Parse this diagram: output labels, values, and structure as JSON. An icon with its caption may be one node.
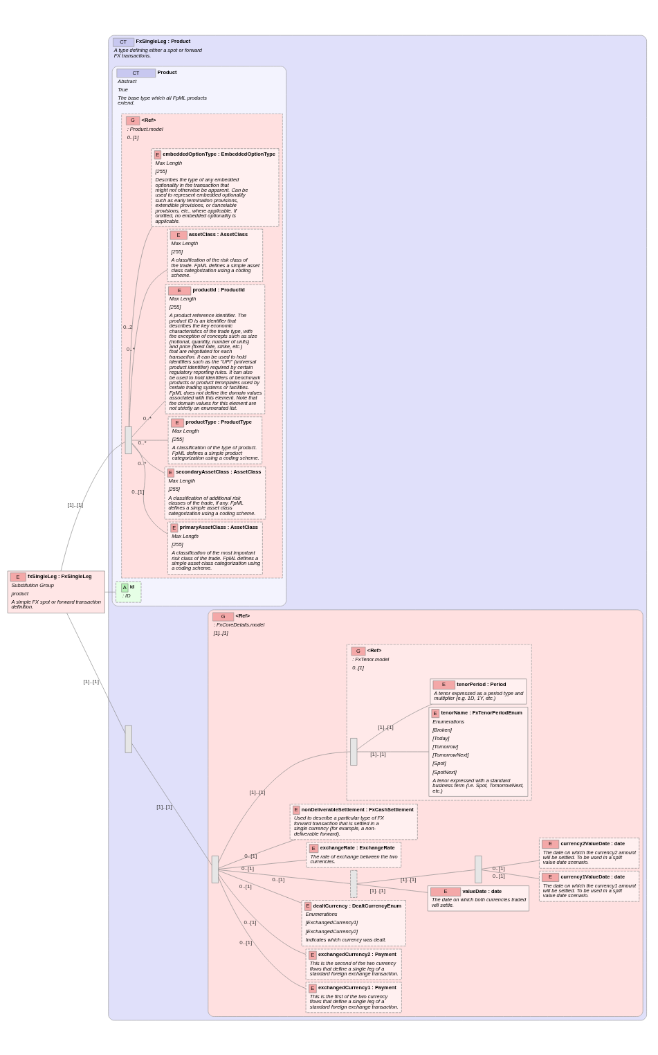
{
  "diagram": {
    "nodes": [
      {
        "text": [
          "E",
          "fxSingleLeg : FxSingleLeg",
          "Substitution Group",
          "product",
          "A simple FX spot or forward transaction definition."
        ]
      },
      {
        "text": [
          "CT",
          "FxSingleLeg : Product",
          "A type defining either a spot or forward FX transactions."
        ]
      },
      {
        "text": [
          "CT",
          "Product",
          "Abstract",
          "True",
          "The base type which all FpML products extend."
        ],
        "in": 1
      },
      {
        "text": [
          "A",
          "id",
          ": ID"
        ],
        "in": 2
      },
      {
        "text": [
          "G",
          "<Ref>",
          ": Product.model"
        ],
        "beside": [
          "0..[1]"
        ],
        "in": 2
      },
      {
        "text": [],
        "shape": "box",
        "in": 4
      },
      {
        "text": [
          "E",
          "primaryAssetClass : AssetClass",
          "Max Length",
          "[255]",
          "A classification of the most important risk class of the trade. FpML defines a simple asset class categorization using a coding scheme."
        ],
        "in": 4
      },
      {
        "text": [
          "E",
          "secondaryAssetClass : AssetClass",
          "Max Length",
          "[255]",
          "A classification of additional risk classes of the trade, if any. FpML defines a simple asset class categorization using a coding scheme."
        ],
        "in": 4
      },
      {
        "text": [
          "E",
          "productType : ProductType",
          "Max Length",
          "[255]",
          "A classification of the type of product. FpML defines a simple product categorization using a coding scheme."
        ],
        "in": 4
      },
      {
        "text": [
          "E",
          "productId : ProductId",
          "Max Length",
          "[255]",
          "A product reference identifier. The product ID is an identifier that describes the key economic characteristics of the trade type, with the exception of concepts such as size (notional, quantity, number of units) and price (fixed rate, strike, etc.) that are negotiated for each transaction. It can be used to hold identifiers such as the \"UPI\" (universal product identifier) required by certain regulatory reporting rules. It can also be used to hold identifiers of benchmark products or product temnplates used by certain trading systems or facilities. FpML does not define the domain values associated with this element. Note that the domain values for this element are not strictly an enumerated list."
        ],
        "in": 4
      },
      {
        "text": [
          "E",
          "assetClass : AssetClass",
          "Max Length",
          "[255]",
          "A classification of the risk class of the trade. FpML defines a simple asset class categorization using a coding scheme."
        ],
        "in": 4
      },
      {
        "text": [
          "E",
          "embeddedOptionType : EmbeddedOptionType",
          "Max Length",
          "[255]",
          "Describes the type of any embedded optionality in the transaction that might not otherwise be apparent. Can be used to represent embedded optionality such as early termination provisions, extendible provisions, or cancelable provisions, etc., where applicable. If omitted, no embedded optionality is applicable."
        ],
        "in": 4
      },
      {
        "text": [],
        "shape": "box",
        "in": 1
      },
      {
        "text": [
          "G",
          "<Ref>",
          ": FxCoreDetails.model"
        ],
        "beside": [
          "[1]..[1]"
        ],
        "in": 1
      },
      {
        "text": [],
        "shape": "box",
        "in": 13
      },
      {
        "text": [
          "E",
          "exchangedCurrency1 : Payment",
          "This is the first of the two currency flows that define a single leg of a standard foreign exchange transaction."
        ],
        "in": 13
      },
      {
        "text": [
          "E",
          "exchangedCurrency2 : Payment",
          "This is the second of the two currency flows that define a single leg of a standard foreign exchange transaction."
        ],
        "in": 13
      },
      {
        "text": [
          "E",
          "dealtCurrency : DealtCurrencyEnum",
          "Enumerations",
          "[ExchangedCurrency1]",
          "[ExchangedCurrency2]",
          "Indicates which currency was dealt."
        ],
        "in": 13
      },
      {
        "text": [
          "G",
          "<Ref>",
          ": FxTenor.model"
        ],
        "beside": [
          "0..[1]"
        ],
        "in": 13
      },
      {
        "text": [],
        "shape": "box",
        "in": 18
      },
      {
        "text": [
          "E",
          "tenorName : FxTenorPeriodEnum",
          "Enumerations",
          "[Broken]",
          "[Today]",
          "[Tomorrow]",
          "[TomorrowNext]",
          "[Spot]",
          "[SpotNext]",
          "A tenor expressed with a standard business term (i.e. Spot, TomorrowNext, etc.)"
        ],
        "in": 18
      },
      {
        "text": [
          "E",
          "tenorPeriod : Period",
          "A tenor expressed as a period type and multiplier (e.g. 1D, 1Y, etc.)"
        ],
        "in": 18
      },
      {
        "text": [],
        "shape": "box",
        "in": 13
      },
      {
        "text": [
          "E",
          "valueDate : date",
          "The date on which both currencies traded will settle."
        ],
        "in": 13
      },
      {
        "text": [],
        "shape": "box",
        "in": 13
      },
      {
        "text": [
          "E",
          "currency1ValueDate : date",
          "The date on which the currency1 amount will be settled. To be used in a split value date scenario."
        ],
        "in": 13
      },
      {
        "text": [
          "E",
          "currency2ValueDate : date",
          "The date on which the currency2 amount will be settled. To be used in a split value date scenario."
        ],
        "in": 13
      },
      {
        "text": [
          "E",
          "exchangeRate : ExchangeRate",
          "The rate of exchange between the two currencies."
        ],
        "in": 13
      },
      {
        "text": [
          "E",
          "nonDeliverableSettlement : FxCashSettlement",
          "Used to describe a particular type of FX forward transaction that is settled in a single currency (for example, a non-deliverable forward)."
        ],
        "in": 13
      }
    ],
    "edges": [
      {
        "from": 0,
        "to": 3,
        "arrow": "none"
      },
      {
        "from": 0,
        "to": 5,
        "arrow": "none",
        "label": "[1]..[1]"
      },
      {
        "from": 0,
        "to": 12,
        "arrow": "none",
        "label": "[1]..[1]"
      },
      {
        "from": 5,
        "to": 6,
        "arrow": "none",
        "label": "0..[1]"
      },
      {
        "from": 5,
        "to": 7,
        "arrow": "none",
        "label": "0..*"
      },
      {
        "from": 5,
        "to": 8,
        "arrow": "none",
        "label": "0..*"
      },
      {
        "from": 5,
        "to": 9,
        "arrow": "none",
        "label": "0..*"
      },
      {
        "from": 5,
        "to": 10,
        "arrow": "none",
        "label": "0..*"
      },
      {
        "from": 5,
        "to": 11,
        "arrow": "none",
        "label": "0..2"
      },
      {
        "from": 12,
        "to": 14,
        "arrow": "none",
        "label": "[1]..[1]"
      },
      {
        "from": 14,
        "to": 15,
        "arrow": "none",
        "label": "0..[1]"
      },
      {
        "from": 14,
        "to": 16,
        "arrow": "none",
        "label": "0..[1]"
      },
      {
        "from": 14,
        "to": 17,
        "arrow": "none",
        "label": "0..[1]"
      },
      {
        "from": 14,
        "to": 19,
        "arrow": "none",
        "label": "[1]..[1]"
      },
      {
        "from": 19,
        "to": 20,
        "arrow": "none",
        "label": "[1]..[1]"
      },
      {
        "from": 19,
        "to": 21,
        "arrow": "none",
        "label": "[1]..[1]"
      },
      {
        "from": 14,
        "to": 22,
        "arrow": "none",
        "label": "0..[1]"
      },
      {
        "from": 22,
        "to": 23,
        "arrow": "none",
        "label": "[1]..[1]"
      },
      {
        "from": 22,
        "to": 24,
        "arrow": "none",
        "label": "[1]..[1]"
      },
      {
        "from": 24,
        "to": 25,
        "arrow": "none",
        "label": "0..[1]"
      },
      {
        "from": 24,
        "to": 26,
        "arrow": "none",
        "label": "0..[1]"
      },
      {
        "from": 14,
        "to": 27,
        "arrow": "none",
        "label": "0..[1]"
      },
      {
        "from": 14,
        "to": 28,
        "arrow": "none",
        "label": "0..[1]"
      }
    ]
  }
}
